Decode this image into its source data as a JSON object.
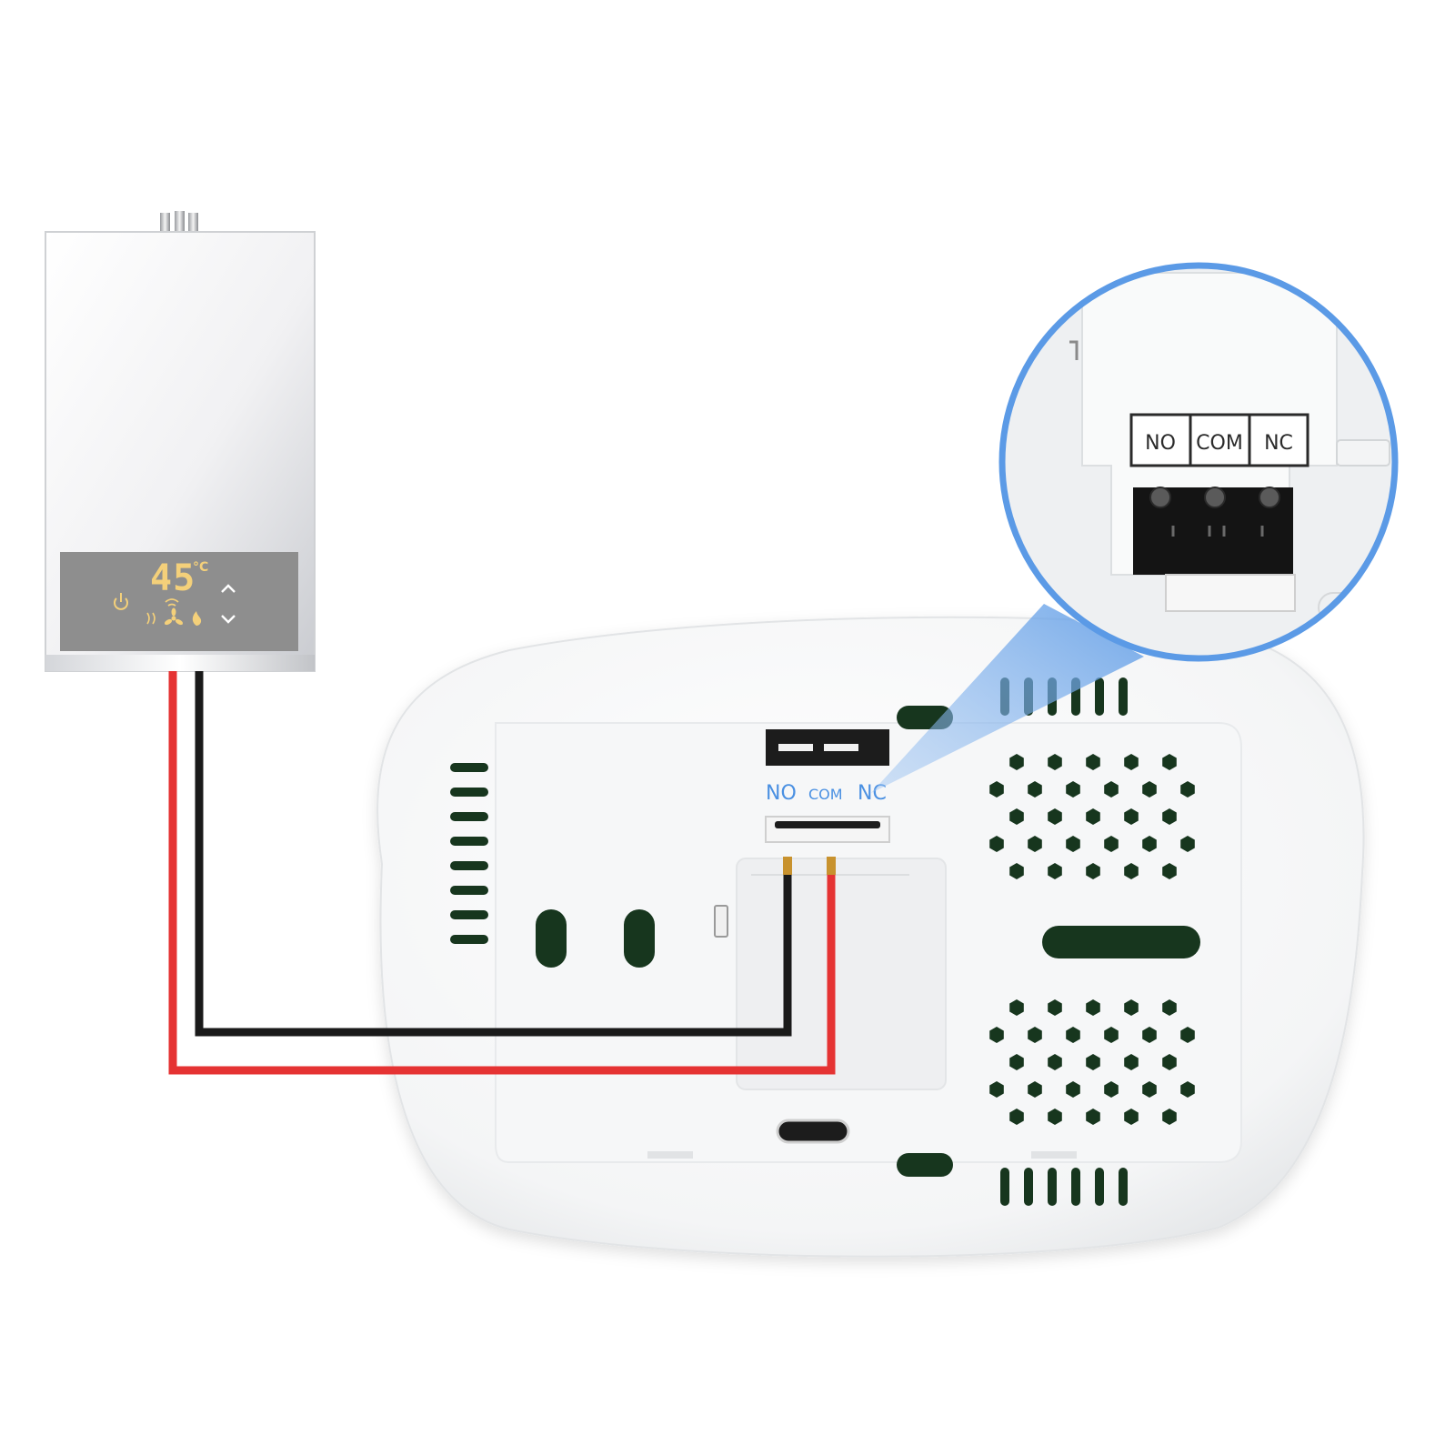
{
  "heater": {
    "temperature": "45",
    "unit": "°C"
  },
  "receiver": {
    "terminal_labels": [
      "NO",
      "COM",
      "NC"
    ]
  },
  "zoom": {
    "terminal_labels": [
      "NO",
      "COM",
      "NC"
    ]
  },
  "colors": {
    "accent_blue": "#5b9ae6",
    "label_blue": "#4a90e2",
    "vent_green": "#17361e",
    "wire_red": "#e53333",
    "wire_black": "#1a1a1a",
    "lcd_amber": "#f4d07a",
    "panel_grey": "#8e8e8e"
  },
  "icons": [
    "power-icon",
    "wifi-icon",
    "fan-icon",
    "flame-icon",
    "chevron-up-icon",
    "chevron-down-icon",
    "usb-c-port-icon"
  ]
}
